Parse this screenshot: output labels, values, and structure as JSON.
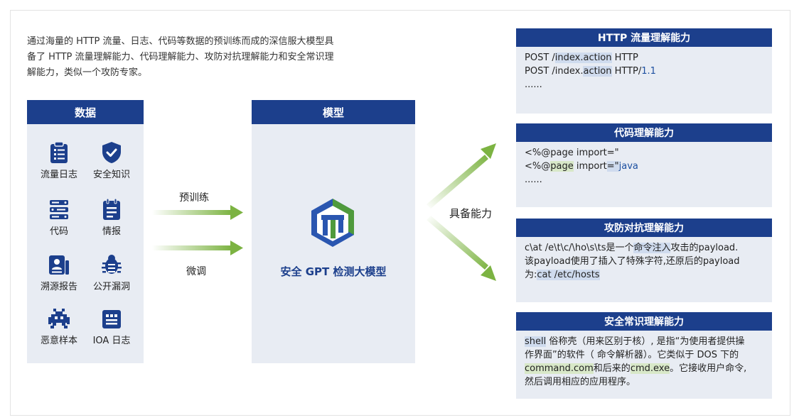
{
  "intro": {
    "text": "通过海量的 HTTP 流量、日志、代码等数据的预训练而成的深信服大模型具备了 HTTP 流量理解能力、代码理解能力、攻防对抗理解能力和安全常识理解能力，类似一个攻防专家。"
  },
  "data_column": {
    "title": "数据",
    "items": [
      {
        "label": "流量日志",
        "icon": "clipboard-list-icon"
      },
      {
        "label": "安全知识",
        "icon": "shield-check-icon"
      },
      {
        "label": "代码",
        "icon": "server-stack-icon"
      },
      {
        "label": "情报",
        "icon": "document-list-icon"
      },
      {
        "label": "溯源报告",
        "icon": "report-icon"
      },
      {
        "label": "公开漏洞",
        "icon": "bug-icon"
      },
      {
        "label": "恶意样本",
        "icon": "virus-icon"
      },
      {
        "label": "IOA 日志",
        "icon": "log-calendar-icon"
      }
    ]
  },
  "arrows": {
    "pretrain_label": "预训练",
    "finetune_label": "微调"
  },
  "model_column": {
    "title": "模型",
    "name": "安全 GPT 检测大模型"
  },
  "ability_label": "具备能力",
  "capabilities": [
    {
      "title": "HTTP 流量理解能力",
      "lines": [
        [
          {
            "t": "POST /"
          },
          {
            "t": "index.",
            "c": "hl-b"
          },
          {
            "t": "action",
            "c": "hl-b"
          },
          {
            "t": " HTTP"
          }
        ],
        [
          {
            "t": "POST /index."
          },
          {
            "t": "action",
            "c": "hl-b"
          },
          {
            "t": " HTTP/"
          },
          {
            "t": "1.1",
            "c": "blue"
          }
        ],
        [
          {
            "t": "......"
          }
        ]
      ]
    },
    {
      "title": "代码理解能力",
      "lines": [
        [
          {
            "t": "<%@page import=\""
          }
        ],
        [
          {
            "t": "<%@"
          },
          {
            "t": "page",
            "c": "hl-g"
          },
          {
            "t": " import"
          },
          {
            "t": "=\"",
            "c": "hl-b"
          },
          {
            "t": "java",
            "c": "blue"
          }
        ],
        [
          {
            "t": "......"
          }
        ]
      ]
    },
    {
      "title": "攻防对抗理解能力",
      "lines": [
        [
          {
            "t": "c\\at /e\\t\\c/\\ho\\s\\ts是一个"
          },
          {
            "t": "命令注入",
            "c": "hl-b"
          },
          {
            "t": "攻击的payload."
          }
        ],
        [
          {
            "t": "该payload使用了插入了特殊字符,还原后的payload"
          }
        ],
        [
          {
            "t": "为:"
          },
          {
            "t": "cat /etc/hosts",
            "c": "hl-b"
          }
        ]
      ]
    },
    {
      "title": "安全常识理解能力",
      "lines": [
        [
          {
            "t": "shell",
            "c": "hl-b"
          },
          {
            "t": " 俗称壳（用来区别于核）, 是指“为使用者提供操"
          }
        ],
        [
          {
            "t": "作界面”的软件（ 命令解析器）。它类似于 DOS 下的"
          }
        ],
        [
          {
            "t": "command.com",
            "c": "hl-g"
          },
          {
            "t": "和后来的"
          },
          {
            "t": "cmd.exe",
            "c": "hl-g"
          },
          {
            "t": "。它接收用户命令,"
          }
        ],
        [
          {
            "t": "然后调用相应的应用程序。"
          }
        ]
      ]
    }
  ],
  "colors": {
    "header_blue": "#1c3f8c",
    "panel_bg": "#e8ecf3",
    "arrow_green": "#7cb342"
  }
}
